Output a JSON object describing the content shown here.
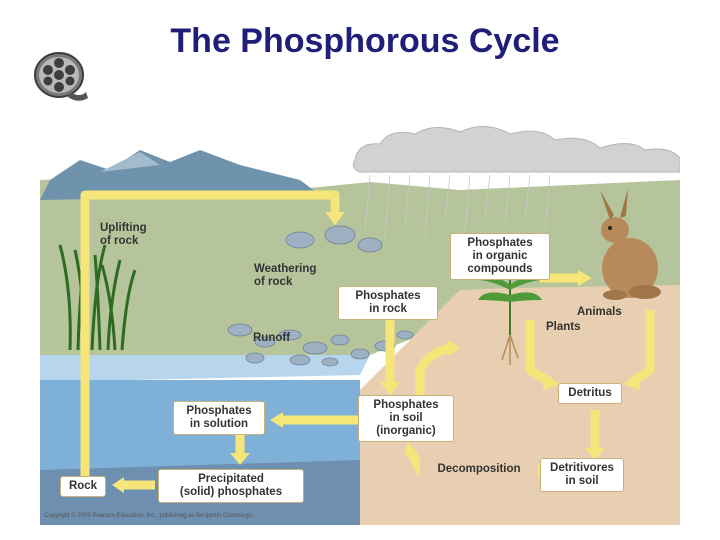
{
  "title": "The Phosphorous Cycle",
  "film_icon": "film-reel-icon",
  "labels": {
    "uplifting": "Uplifting\nof rock",
    "weathering": "Weathering\nof rock",
    "runoff": "Runoff",
    "animals": "Animals",
    "plants": "Plants"
  },
  "boxes": {
    "phosphates_rock": "Phosphates\nin rock",
    "phosphates_organic": "Phosphates\nin organic\ncompounds",
    "phosphates_solution": "Phosphates\nin solution",
    "phosphates_soil": "Phosphates\nin soil\n(inorganic)",
    "detritus": "Detritus",
    "decomposition": "Decomposition",
    "detritivores": "Detritivores\nin soil",
    "precipitated": "Precipitated\n(solid) phosphates",
    "rock": "Rock"
  },
  "copyright": "Copyright © 2003 Pearson Education, Inc., publishing as Benjamin Cummings."
}
